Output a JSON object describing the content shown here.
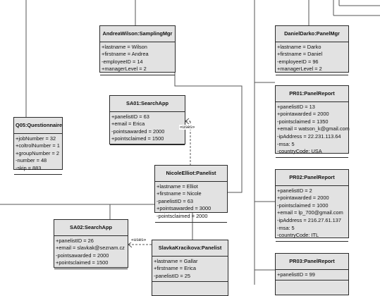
{
  "classes": [
    {
      "id": "andreawilson",
      "title": "AndreaWilson:SamplingMgr",
      "attrs": [
        "+lastname = Wilson",
        "+firstname = Andrea",
        "-employeeID = 14",
        "+managerLevel = 2"
      ]
    },
    {
      "id": "danieldarko",
      "title": "DanielDarko:PanelMgr",
      "attrs": [
        "+lastname = Darko",
        "+firstname = Daniel",
        "-employeeID = 96",
        "+managerLevel = 2"
      ]
    },
    {
      "id": "sa01",
      "title": "SA01:SearchApp",
      "attrs": [
        "+panelistID = 63",
        "+email = Erica",
        "-pointsawarded = 2000",
        "+pointsclaimed = 1500"
      ]
    },
    {
      "id": "pr01",
      "title": "PR01:PanelReport",
      "attrs": [
        "+panelistID = 13",
        "+pointawarded = 2000",
        "-pointsclaimed = 1350",
        "+email = watson_k@gmail.com",
        "-ipAddress = 22.231.113.64",
        "-msa: 5",
        "-countryCode: USA"
      ]
    },
    {
      "id": "q05",
      "title": "Q05:Questionnaire",
      "attrs": [
        "+jobNumber = 32",
        "+coltrolNumber = 1",
        "+groupNumber = 2",
        "-number = 48",
        "-skip = 883"
      ]
    },
    {
      "id": "nicoleelliot",
      "title": "NicoleElliot:Panelist",
      "attrs": [
        "+lastname = Elliot",
        "+firstname = Nicole",
        "-panelistID = 63",
        "+pointsawarded = 3000",
        "-pointsclaimed = 2000"
      ]
    },
    {
      "id": "pr02",
      "title": "PR02:PanelReport",
      "attrs": [
        "+panelistID = 2",
        "+pointawarded = 2000",
        "-pointsclaimed = 1000",
        "+email = lp_700@gmail.com",
        "-ipAddress = 216.27.61.137",
        "-msa: 5",
        "-countryCode: ITL"
      ]
    },
    {
      "id": "sa02",
      "title": "SA02:SearchApp",
      "attrs": [
        "+panelistID = 26",
        "+email = slavkak@seznam.cz",
        "-pointsawarded = 2000",
        "+pointsclaimed = 1500"
      ]
    },
    {
      "id": "slavkakracikova",
      "title": "SlavkaKracikova:Panelist",
      "attrs": [
        "+lastname = Gallar",
        "+firstname = Erica",
        "-panelistID = 25",
        "",
        ""
      ]
    },
    {
      "id": "pr03",
      "title": "PR03:PanelReport",
      "attrs": [
        "+panelistID = 99",
        "",
        ""
      ]
    }
  ],
  "dependencies": [
    {
      "id": "uses-1",
      "label": "«uses»"
    },
    {
      "id": "uses-2",
      "label": "«uses»"
    }
  ]
}
